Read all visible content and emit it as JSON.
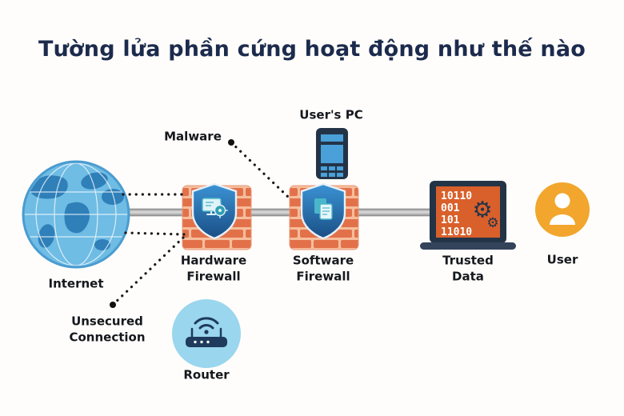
{
  "title": "Tường lửa phần cứng hoạt động như thế nào",
  "labels": {
    "internet": "Internet",
    "malware": "Malware",
    "users_pc": "User's PC",
    "hardware_firewall": "Hardware\nFirewall",
    "software_firewall": "Software\nFirewall",
    "trusted_data": "Trusted\nData",
    "user": "User",
    "router": "Router",
    "unsecured_connection": "Unsecured\nConnection"
  },
  "laptop_screen": {
    "binary_lines": [
      "10110",
      "001",
      "101",
      "11010"
    ]
  },
  "icons": {
    "gear_large": "⚙",
    "gear_small": "⚙"
  },
  "colors": {
    "title_text": "#1c2b4d",
    "globe_water": "#6fbce4",
    "globe_land": "#2f7fb9",
    "brick": "#e2714a",
    "mortar": "#f6bd9b",
    "shield_dark": "#1a4e85",
    "shield_light": "#3b93d4",
    "laptop_screen": "#d9602b",
    "device_body": "#243447",
    "user_circle": "#f2a62d",
    "router_circle": "#9ad6ee",
    "dotted_line": "#1a1a1a"
  }
}
